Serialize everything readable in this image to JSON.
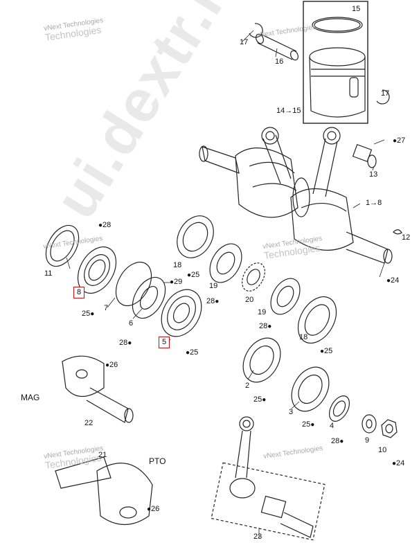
{
  "watermark": {
    "company": "vNext Technologies",
    "overlay": "Technologies",
    "big": "ui.dextr.ml.e..."
  },
  "labels": {
    "p1_8": "1→8",
    "p2": "2",
    "p3": "3",
    "p4": "4",
    "p5": "5",
    "p6": "6",
    "p7": "7",
    "p8": "8",
    "p9": "9",
    "p10": "10",
    "p11": "11",
    "p12": "12",
    "p13": "13",
    "p14_15": "14→15",
    "p15": "15",
    "p16": "16",
    "p17a": "17",
    "p17b": "17",
    "p18a": "18",
    "p18b": "18",
    "p19a": "19",
    "p19b": "19",
    "p20": "20",
    "p21": "21",
    "p22": "22",
    "p23": "23",
    "p24a": "24",
    "p24b": "24",
    "p25a": "25",
    "p25b": "25",
    "p25c": "25",
    "p25d": "25",
    "p25e": "25",
    "p25f": "25",
    "p26a": "26",
    "p26b": "26",
    "p27": "27",
    "p28a": "28",
    "p28b": "28",
    "p28c": "28",
    "p28d": "28",
    "p28e": "28",
    "p29": "29",
    "mag": "MAG",
    "pto": "PTO"
  },
  "icons": {
    "drop": "oil-drop-icon"
  }
}
